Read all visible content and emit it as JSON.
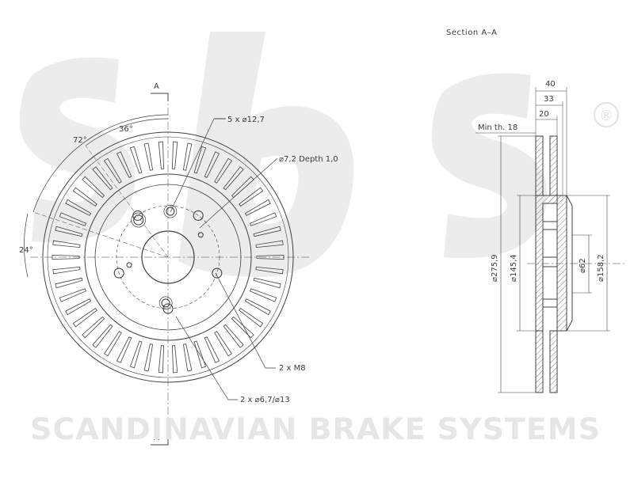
{
  "watermark": {
    "brand_name": "SCANDINAVIAN BRAKE SYSTEMS",
    "logo_text": "sbs",
    "registered_mark": "®"
  },
  "front_view": {
    "section_marker_top": "A",
    "section_marker_bottom": "A",
    "vent_count": 50,
    "annotations": {
      "angle_outer": "72°",
      "angle_inner": "36°",
      "angle_left": "24°",
      "bolt_holes": "5 x ⌀12,7",
      "small_holes": "⌀7,2 Depth 1,0",
      "threads": "2 x M8",
      "pin_holes": "2 x ⌀6,7/⌀13"
    }
  },
  "section_view": {
    "title": "Section A–A",
    "thickness_total": "40",
    "thickness_hat": "33",
    "thickness_disc": "20",
    "min_thickness": "Min th. 18",
    "dia_outer": "⌀275,9",
    "dia_hat": "⌀145,4",
    "dia_center": "⌀62",
    "dia_flange": "⌀158,2"
  }
}
